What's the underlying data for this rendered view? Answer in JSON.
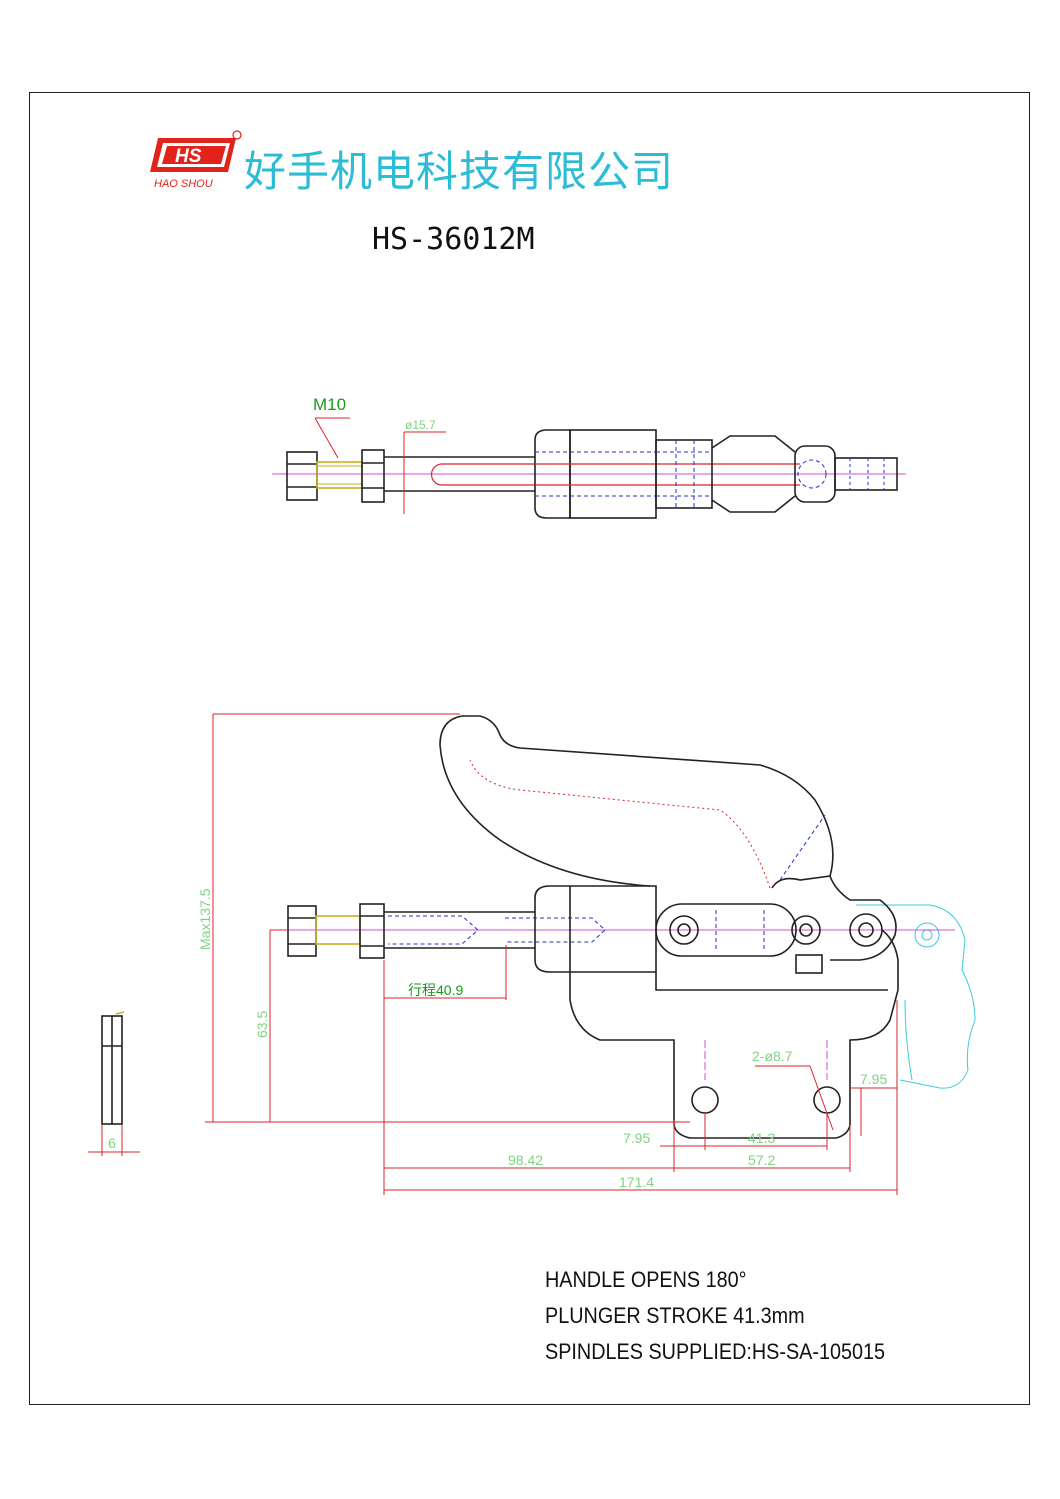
{
  "header": {
    "logo_text": "HS",
    "logo_sub": "HAO SHOU",
    "company_name": "好手机电科技有限公司",
    "model": "HS-36012M"
  },
  "top_view": {
    "thread_label": "M10",
    "diameter_label": "ø15.7"
  },
  "side_view": {
    "max_height": "Max137.5",
    "height": "63.5",
    "stroke": "行程40.9",
    "holes": "2-ø8.7",
    "dim_795_a": "7.95",
    "dim_795_b": "7.95",
    "dim_413": "41.3",
    "dim_9842": "98.42",
    "dim_572": "57.2",
    "dim_1714": "171.4",
    "thickness": "6"
  },
  "notes": [
    "HANDLE OPENS 180°",
    "PLUNGER STROKE 41.3mm",
    "SPINDLES SUPPLIED:HS-SA-105015"
  ],
  "colors": {
    "outline": "#222222",
    "dimension": "#d9252b",
    "dimension_text": "#7fd37f",
    "hidden": "#2432c8",
    "center": "#d04fd0",
    "ghost": "#41c8dc",
    "logo_red": "#e2231a",
    "company": "#2bbcd6"
  }
}
